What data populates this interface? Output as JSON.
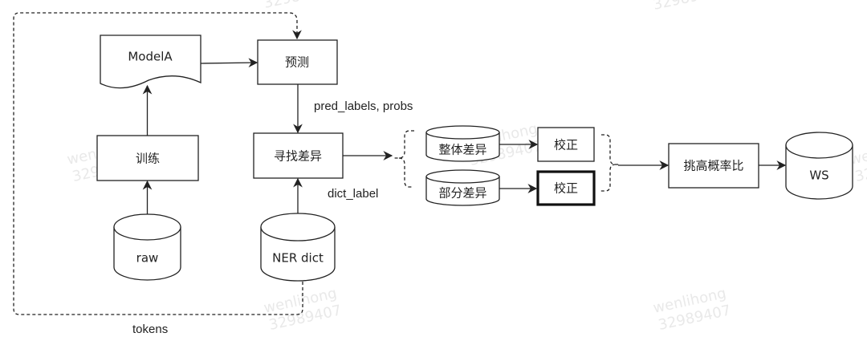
{
  "diagram": {
    "nodes": {
      "modelA": {
        "label": "ModelA",
        "shape": "document"
      },
      "predict": {
        "label": "预测",
        "shape": "rectangle"
      },
      "train": {
        "label": "训练",
        "shape": "rectangle"
      },
      "raw": {
        "label": "raw",
        "shape": "cylinder"
      },
      "find_diff": {
        "label": "寻找差异",
        "shape": "rectangle"
      },
      "ner_dict": {
        "label": "NER dict",
        "shape": "cylinder"
      },
      "overall_diff": {
        "label": "整体差异",
        "shape": "cylinder"
      },
      "partial_diff": {
        "label": "部分差异",
        "shape": "cylinder"
      },
      "correct_1": {
        "label": "校正",
        "shape": "rectangle"
      },
      "correct_2": {
        "label": "校正",
        "shape": "rectangle",
        "emphasis": "bold-border"
      },
      "pick_high_prob": {
        "label": "挑高概率比",
        "shape": "rectangle"
      },
      "ws": {
        "label": "WS",
        "shape": "cylinder"
      }
    },
    "edges": [
      {
        "from": "raw",
        "to": "train",
        "style": "solid"
      },
      {
        "from": "train",
        "to": "modelA",
        "style": "solid"
      },
      {
        "from": "modelA",
        "to": "predict",
        "style": "solid"
      },
      {
        "from": "predict",
        "to": "find_diff",
        "style": "solid",
        "label": "pred_labels, probs"
      },
      {
        "from": "ner_dict",
        "to": "find_diff",
        "style": "solid",
        "label": "dict_label"
      },
      {
        "from": "ner_dict",
        "to": "predict",
        "style": "dashed",
        "label": "tokens"
      },
      {
        "from": "find_diff",
        "to": "diff_group",
        "style": "solid"
      },
      {
        "from": "overall_diff",
        "to": "correct_1",
        "style": "solid"
      },
      {
        "from": "partial_diff",
        "to": "correct_2",
        "style": "solid"
      },
      {
        "from": "correct_group",
        "to": "pick_high_prob",
        "style": "solid"
      },
      {
        "from": "pick_high_prob",
        "to": "ws",
        "style": "solid"
      }
    ],
    "edge_labels": {
      "pred": "pred_labels, probs",
      "dict": "dict_label",
      "tokens": "tokens"
    },
    "watermarks": [
      {
        "line1": "wenlihong",
        "line2": "32989407"
      }
    ]
  }
}
